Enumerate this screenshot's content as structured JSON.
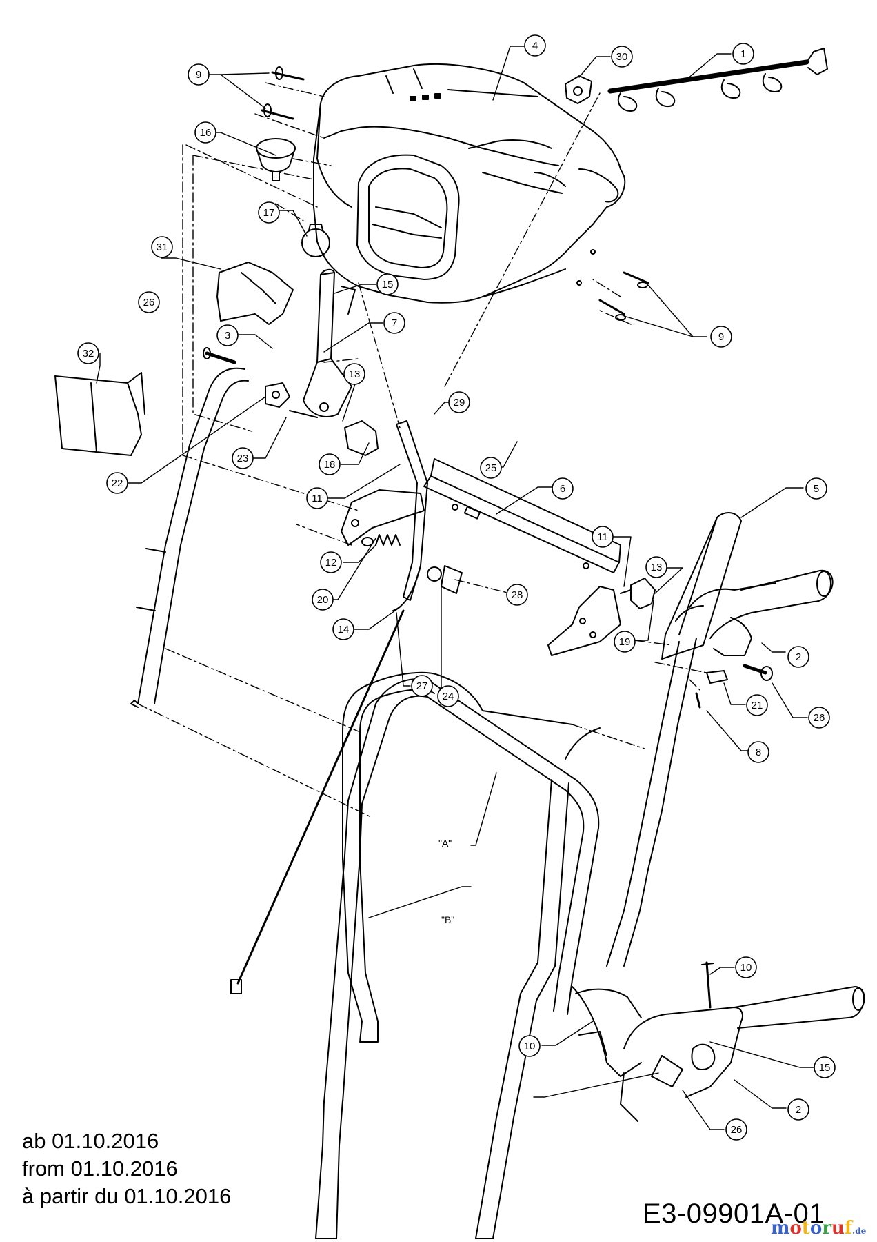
{
  "diagram": {
    "callouts": [
      {
        "id": "c1",
        "label": "1"
      },
      {
        "id": "c2a",
        "label": "2"
      },
      {
        "id": "c2b",
        "label": "2"
      },
      {
        "id": "c3",
        "label": "3"
      },
      {
        "id": "c4",
        "label": "4"
      },
      {
        "id": "c5",
        "label": "5"
      },
      {
        "id": "c6",
        "label": "6"
      },
      {
        "id": "c7",
        "label": "7"
      },
      {
        "id": "c8",
        "label": "8"
      },
      {
        "id": "c9a",
        "label": "9"
      },
      {
        "id": "c9b",
        "label": "9"
      },
      {
        "id": "c10a",
        "label": "10"
      },
      {
        "id": "c10b",
        "label": "10"
      },
      {
        "id": "c11a",
        "label": "11"
      },
      {
        "id": "c11b",
        "label": "11"
      },
      {
        "id": "c12",
        "label": "12"
      },
      {
        "id": "c13a",
        "label": "13"
      },
      {
        "id": "c13b",
        "label": "13"
      },
      {
        "id": "c14",
        "label": "14"
      },
      {
        "id": "c15a",
        "label": "15"
      },
      {
        "id": "c15b",
        "label": "15"
      },
      {
        "id": "c16",
        "label": "16"
      },
      {
        "id": "c17",
        "label": "17"
      },
      {
        "id": "c18",
        "label": "18"
      },
      {
        "id": "c19",
        "label": "19"
      },
      {
        "id": "c20",
        "label": "20"
      },
      {
        "id": "c21",
        "label": "21"
      },
      {
        "id": "c22",
        "label": "22"
      },
      {
        "id": "c23",
        "label": "23"
      },
      {
        "id": "c24",
        "label": "24"
      },
      {
        "id": "c25",
        "label": "25"
      },
      {
        "id": "c26a",
        "label": "26"
      },
      {
        "id": "c26b",
        "label": "26"
      },
      {
        "id": "c26c",
        "label": "26"
      },
      {
        "id": "c27",
        "label": "27"
      },
      {
        "id": "c28",
        "label": "28"
      },
      {
        "id": "c29",
        "label": "29"
      },
      {
        "id": "c30",
        "label": "30"
      },
      {
        "id": "c31",
        "label": "31"
      },
      {
        "id": "c32",
        "label": "32"
      }
    ],
    "reference_labels": {
      "a": "\"A\"",
      "b": "\"B\""
    },
    "validity": {
      "de": "ab 01.10.2016",
      "en": "from 01.10.2016",
      "fr": "à partir du 01.10.2016"
    },
    "document_code": "E3-09901A-01",
    "watermark": {
      "text": "motoruf",
      "suffix": ".de",
      "colors": [
        "#3a63c9",
        "#d9342b",
        "#f2b61c",
        "#3a63c9",
        "#3aa14a",
        "#d9342b",
        "#f2b61c"
      ]
    }
  }
}
